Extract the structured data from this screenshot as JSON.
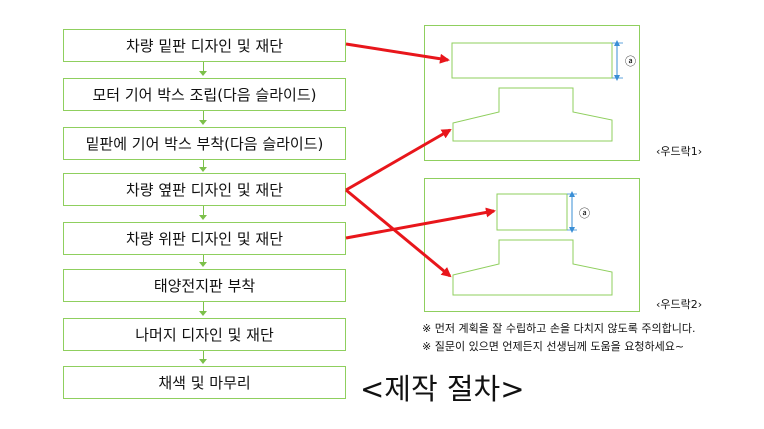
{
  "steps": [
    "차량 밑판 디자인 및 재단",
    "모터 기어 박스 조립(다음 슬라이드)",
    "밑판에 기어 박스 부착(다음 슬라이드)",
    "차량 옆판 디자인 및 재단",
    "차량 위판 디자인 및 재단",
    "태양전지판 부착",
    "나머지 디자인 및 재단",
    "채색 및 마무리"
  ],
  "diagram": {
    "top_label": "‹우드락1›",
    "bottom_label": "‹우드락2›",
    "dimension_mark": "ⓐ"
  },
  "notes": [
    "※ 먼저 계획을 잘 수립하고 손을 다치지 않도록 주의합니다.",
    "※ 질문이 있으면 언제든지 선생님께 도움을 요청하세요~"
  ],
  "title": "<제작 절차>",
  "colors": {
    "box_border": "#8fcf5e",
    "arrow": "#e8161b",
    "connector": "#7cc04a",
    "dimension": "#3a8fd6"
  }
}
